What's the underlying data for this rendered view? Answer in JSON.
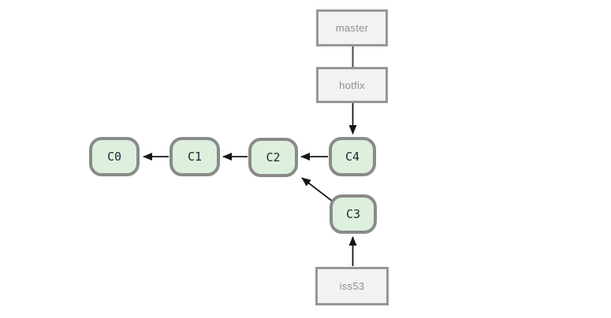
{
  "diagram": {
    "kind": "git-commit-graph",
    "branch_labels": [
      {
        "id": "master",
        "label": "master",
        "points_to": "hotfix"
      },
      {
        "id": "hotfix",
        "label": "hotfix",
        "points_to": "C4"
      },
      {
        "id": "iss53",
        "label": "iss53",
        "points_to": "C3"
      }
    ],
    "commits": [
      {
        "id": "C0",
        "label": "C0",
        "parent": null
      },
      {
        "id": "C1",
        "label": "C1",
        "parent": "C0"
      },
      {
        "id": "C2",
        "label": "C2",
        "parent": "C1"
      },
      {
        "id": "C3",
        "label": "C3",
        "parent": "C2"
      },
      {
        "id": "C4",
        "label": "C4",
        "parent": "C2"
      }
    ],
    "edges": [
      {
        "from": "C1",
        "to": "C0",
        "style": "arrow"
      },
      {
        "from": "C2",
        "to": "C1",
        "style": "arrow"
      },
      {
        "from": "C4",
        "to": "C2",
        "style": "arrow"
      },
      {
        "from": "C3",
        "to": "C2",
        "style": "arrow"
      },
      {
        "from": "hotfix",
        "to": "C4",
        "style": "arrow"
      },
      {
        "from": "iss53",
        "to": "C3",
        "style": "arrow"
      },
      {
        "from": "master",
        "to": "hotfix",
        "style": "plain-line"
      }
    ],
    "colors": {
      "background": "#ffffff",
      "commit_fill": "#ddf0dd",
      "commit_border": "#8a8a8a",
      "commit_text": "#1f2433",
      "label_fill": "#f2f2f2",
      "label_border": "#979797",
      "label_text": "#8a8f96",
      "arrow": "#161616"
    }
  }
}
